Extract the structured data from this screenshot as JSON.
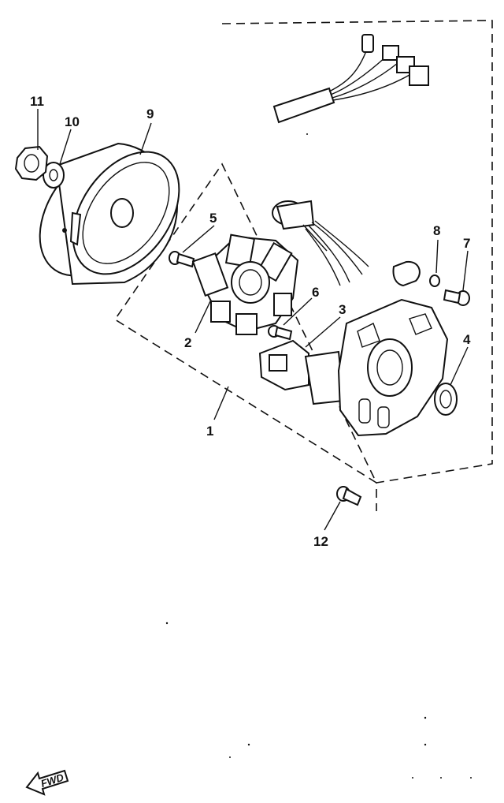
{
  "diagram": {
    "callouts": [
      {
        "id": "1",
        "label": "1"
      },
      {
        "id": "2",
        "label": "2"
      },
      {
        "id": "3",
        "label": "3"
      },
      {
        "id": "4",
        "label": "4"
      },
      {
        "id": "5",
        "label": "5"
      },
      {
        "id": "6",
        "label": "6"
      },
      {
        "id": "7",
        "label": "7"
      },
      {
        "id": "8",
        "label": "8"
      },
      {
        "id": "9",
        "label": "9"
      },
      {
        "id": "10",
        "label": "10"
      },
      {
        "id": "11",
        "label": "11"
      },
      {
        "id": "12",
        "label": "12"
      }
    ],
    "fwd_label": "FWD",
    "colors": {
      "ink": "#111111",
      "paper": "#ffffff"
    }
  }
}
